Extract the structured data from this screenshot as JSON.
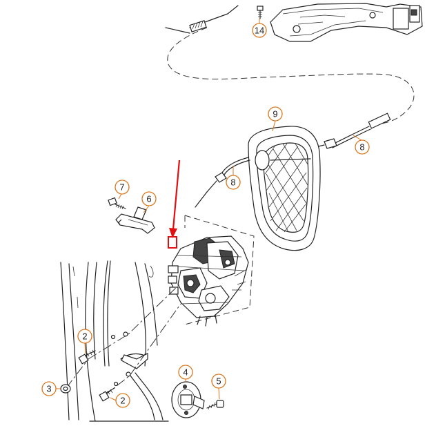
{
  "diagram": {
    "callouts": [
      {
        "id": "c14",
        "label": "14"
      },
      {
        "id": "c9",
        "label": "9"
      },
      {
        "id": "c8a",
        "label": "8"
      },
      {
        "id": "c8b",
        "label": "8"
      },
      {
        "id": "c7",
        "label": "7"
      },
      {
        "id": "c6",
        "label": "6"
      },
      {
        "id": "c2a",
        "label": "2"
      },
      {
        "id": "c2b",
        "label": "2"
      },
      {
        "id": "c3",
        "label": "3"
      },
      {
        "id": "c4",
        "label": "4"
      },
      {
        "id": "c5",
        "label": "5"
      }
    ],
    "colors": {
      "callout": "#d9761c",
      "pointer": "#e01010",
      "line": "#222222"
    }
  }
}
